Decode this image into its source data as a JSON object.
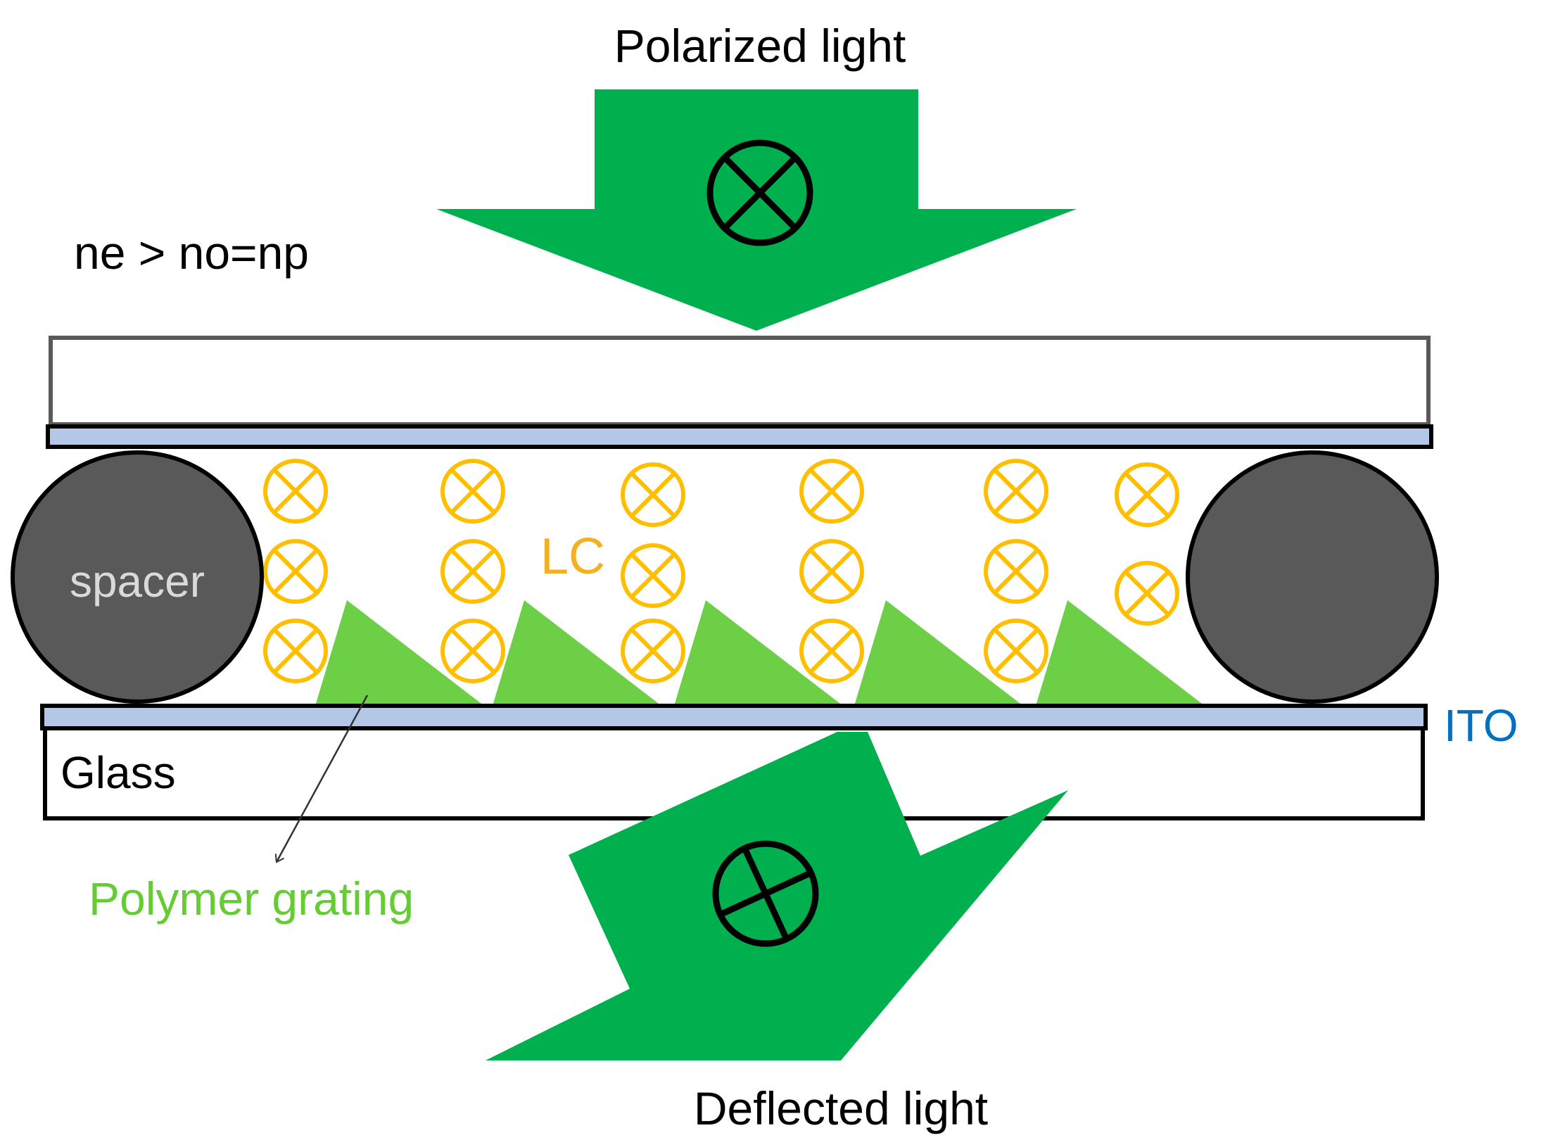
{
  "labels": {
    "incident_light": "Polarized light",
    "index_relation": "ne > no=np",
    "spacer": "spacer",
    "liquid_crystal": "LC",
    "ito": "ITO",
    "glass": "Glass",
    "polymer_grating": "Polymer grating",
    "deflected_light": "Deflected light"
  },
  "colors": {
    "light_arrow": "#00b04f",
    "grating": "#6ccf45",
    "lc_symbol": "#ffbf00",
    "lc_label": "#f5b021",
    "ito_fill": "#b4c7e7",
    "ito_label": "#0070c0",
    "spacer_fill": "#595959",
    "spacer_label": "#d9d9d9",
    "polymer_label": "#66cc33",
    "outline": "#000000",
    "glass_border": "#595959"
  },
  "icons": {
    "polarization": "cross-circle-icon"
  },
  "grating_prism_count": 5,
  "lc_molecule_count": 17
}
